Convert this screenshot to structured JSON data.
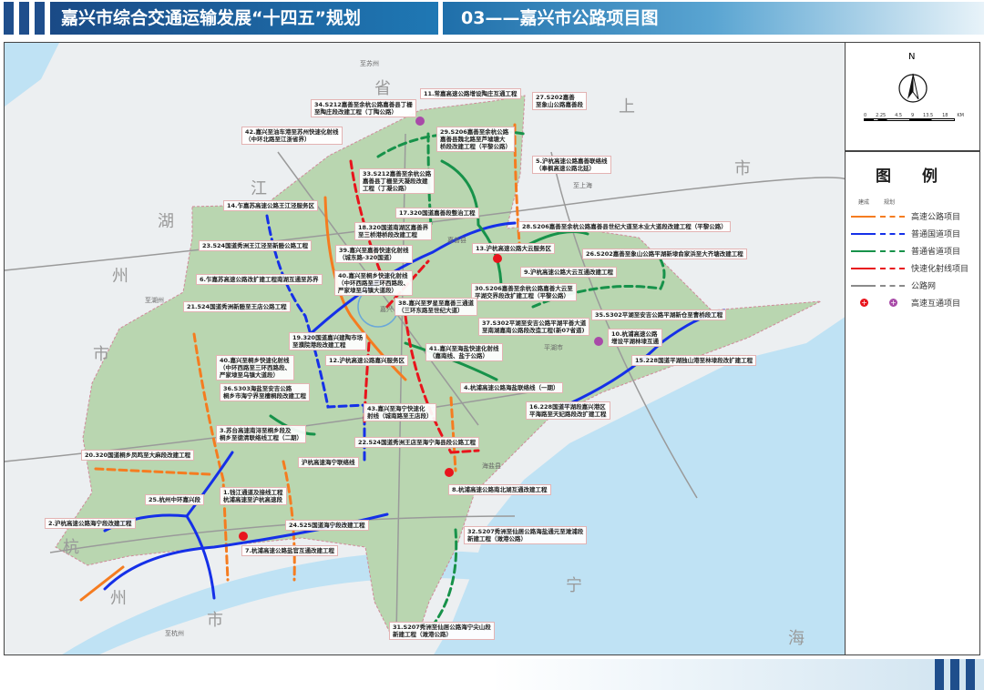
{
  "header": {
    "title": "嘉兴市综合交通运输发展“十四五”规划",
    "subtitle": "03——嘉兴市公路项目图"
  },
  "colors": {
    "highway": "#f57c20",
    "national": "#1530e8",
    "provincial": "#17924a",
    "express": "#e8141c",
    "network": "#8a8a8a",
    "built_interchange": "#e8141c",
    "planned_interchange": "#a84aa8",
    "land": "#b9d6b0",
    "water": "#bfe2f4"
  },
  "legend": {
    "title": "图 例",
    "col_built": "建成",
    "col_planned": "规划",
    "items": [
      {
        "label": "高速公路项目"
      },
      {
        "label": "普通国道项目"
      },
      {
        "label": "普通省道项目"
      },
      {
        "label": "快速化射线项目"
      },
      {
        "label": "公路网"
      },
      {
        "label": "高速互通项目"
      }
    ],
    "compass": "N",
    "scale": {
      "ticks": [
        "0",
        "2.25",
        "4.5",
        "9",
        "13.5",
        "18"
      ],
      "unit": "KM"
    }
  },
  "places": [
    "省",
    "上",
    "江",
    "湖",
    "州",
    "市",
    "市",
    "杭",
    "州",
    "市",
    "宁",
    "海"
  ],
  "towns": [
    "嘉善县",
    "平湖市",
    "海盐县",
    "嘉兴",
    "至上海",
    "至湖州",
    "至杭州",
    "至苏州"
  ],
  "projects": [
    "34.S212嘉善至余杭公路嘉善县丁栅\n至陶庄段改建工程（丁陶公路）",
    "11.常嘉高速公路增设陶庄互通工程",
    "27.S202嘉善\n至象山公路嘉善段",
    "42.嘉兴至油车港至苏州快速化射线\n（中环北路至江浙省界）",
    "29.S206嘉善至余杭公路\n嘉善县魏北路至芦墟塘大\n桥段改建工程（平黎公路）",
    "5.沪杭高速公路嘉善联络线\n（奉枫高速公路北延）",
    "33.S212嘉善至余杭公路\n嘉善县丁栅至天凝段改建\n工程（丁凝公路）",
    "14.乍嘉苏高速公路王江泾服务区",
    "17.320国道嘉善段整治工程",
    "18.320国道南湖区嘉善界\n至三桥港桥段改建工程",
    "28.S206嘉善至余杭公路嘉善县世纪大道至木业大道段改建工程（平黎公路）",
    "23.524国道秀洲王江泾至新塍公路工程",
    "39.嘉兴至嘉善快速化射线\n（城东路-320国道）",
    "13.沪杭高速公路大云服务区",
    "26.S202嘉善至象山公路平湖新埭俞家浜至大齐塘改建工程",
    "6.乍嘉苏高速公路改扩建工程南湖互通至苏界",
    "40.嘉兴至桐乡快速化射线\n（中环西路至三环西路段、\n严家埭至乌镇大道段）",
    "9.沪杭高速公路大云互通改建工程",
    "30.S206嘉善至余杭公路嘉善大云至\n平湖交界段改扩建工程（平黎公路）",
    "21.524国道秀洲新塍至王店公路工程",
    "38.嘉兴至罗星至嘉善三通道\n（三环东路至世纪大道）",
    "35.S302平湖至安吉公路平湖新仓至曹桥段工程",
    "37.S302平湖至安吉公路平湖平善大道\n至南湖嘉南公路段改造工程(新07省道)",
    "10.杭浦高速公路\n增设平湖林埭互通",
    "19.320国道嘉兴建陶市场\n至濮院港段改建工程",
    "41.嘉兴至海盐快速化射线\n（嘉南线、盐于公路）",
    "15.228国道平湖独山港至林埭段改扩建工程",
    "12.沪杭高速公路嘉兴服务区",
    "40.嘉兴至桐乡快速化射线\n（中环西路至三环西路段、\n严家埭至乌镇大道段）",
    "36.S303海盐至安吉公路\n桐乡市海宁界至檀桐段改建工程",
    "4.杭浦高速公路海盐联络线（一期）",
    "43.嘉兴至海宁快速化\n射线（城南路至王店段）",
    "16.228国道平湖段嘉兴港区\n平海路至天妃路段改扩建工程",
    "3.苏台高速南浔至桐乡段及\n桐乡至德清联络线工程（二期）",
    "22.524国道秀洲王店至海宁海县段公路工程",
    "20.320国道桐乡凤鸣至大麻段改建工程",
    "沪杭高速海宁联络线",
    "1.钱江通道及接线工程\n杭浦高速至沪杭高速段",
    "25.杭州中环嘉兴段",
    "8.杭浦高速公路南北湖互通改建工程",
    "24.525国道海宁段改建工程",
    "2.沪杭高速公路海宁段改建工程",
    "32.S207秀洲至仙居公路海盐通元至澉浦段\n新建工程（澉港公路）",
    "7.杭浦高速公路盐官互通改建工程",
    "31.S207秀洲至仙居公路海宁尖山段\n新建工程（澉港公路）"
  ]
}
